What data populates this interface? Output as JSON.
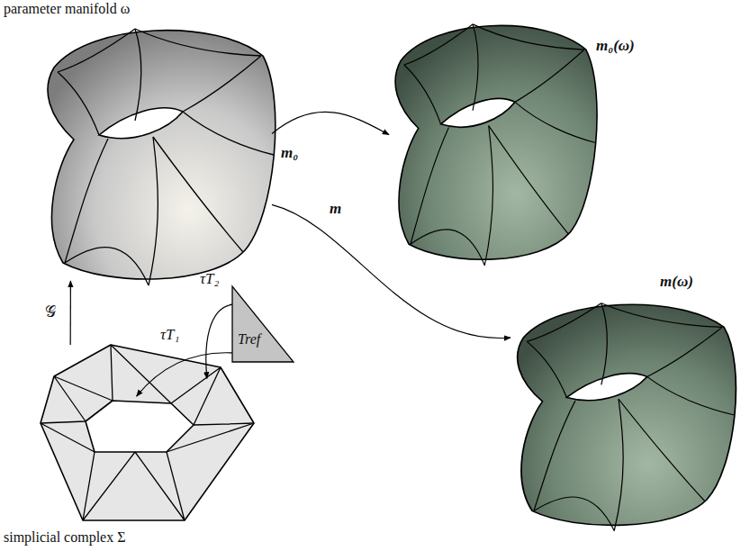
{
  "diagram": {
    "nodes": [
      {
        "text": [
          "parameter manifold ω"
        ]
      },
      {
        "text": [
          "m₀(ω)"
        ]
      },
      {
        "text": [
          "m(ω)"
        ]
      },
      {
        "text": [
          "simplicial complex Σ"
        ]
      },
      {
        "text": [
          "Tref"
        ]
      }
    ],
    "edges": [
      {
        "from": 0,
        "to": 1,
        "label": "m₀",
        "arrow": "to"
      },
      {
        "from": 0,
        "to": 2,
        "label": "m",
        "arrow": "to"
      },
      {
        "from": 3,
        "to": 0,
        "label": "𝒢",
        "arrow": "to"
      },
      {
        "from": 4,
        "to": 3,
        "label": "τT₂",
        "arrow": "to"
      },
      {
        "from": 4,
        "to": 3,
        "label": "τT₁",
        "arrow": "to"
      }
    ]
  }
}
